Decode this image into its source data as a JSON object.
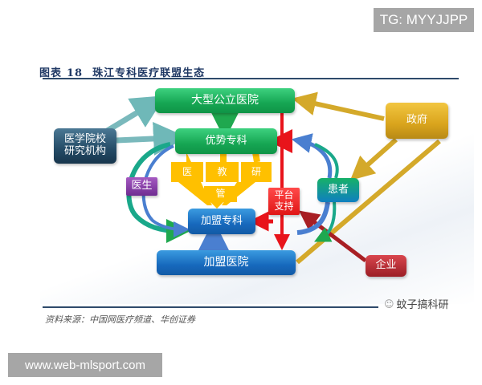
{
  "watermarks": {
    "top_right": "TG: MYYJJPP",
    "bottom_left": "www.web-mlsport.com"
  },
  "figure": {
    "label": "图表",
    "number": "18",
    "title": "珠江专科医疗联盟生态"
  },
  "nodes": {
    "large_public_hospital": "大型公立医院",
    "advantage_specialty": "优势专科",
    "medical_school_line1": "医学院校",
    "medical_school_line2": "研究机构",
    "government": "政府",
    "doctor": "医生",
    "patient": "患者",
    "platform_line1": "平台",
    "platform_line2": "支持",
    "alliance_specialty": "加盟专科",
    "alliance_hospital": "加盟医院",
    "enterprise": "企业",
    "support_medical": "医",
    "support_teaching": "教",
    "support_research": "研",
    "support_management": "管"
  },
  "colors": {
    "green": "#16a653",
    "navy": "#244b66",
    "gold": "#d9a41c",
    "yellow": "#ffc000",
    "blue": "#1769bd",
    "purple": "#6f2c91",
    "red": "#e01515",
    "maroon": "#9b1e25",
    "teal": "#17b168"
  },
  "footer": {
    "source": "资料来源：中国网医疗频道、华创证券",
    "brand": "蚊子搞科研"
  }
}
